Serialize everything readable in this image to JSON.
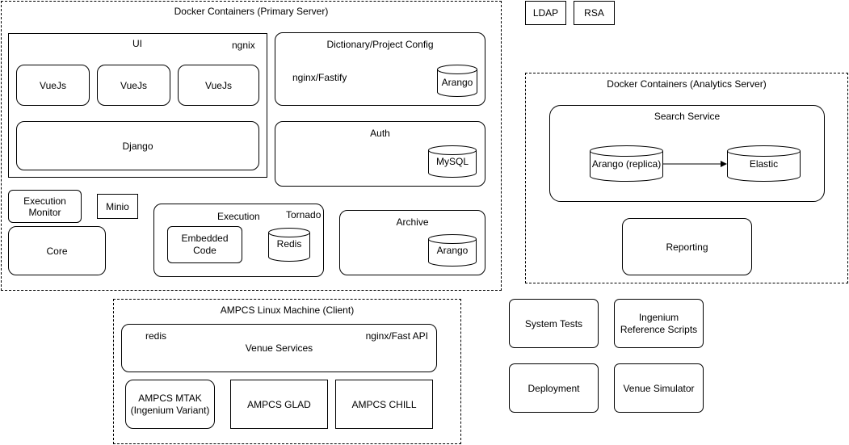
{
  "primary": {
    "title": "Docker Containers (Primary Server)",
    "ui": {
      "label": "UI",
      "server": "ngnix",
      "vue1": "VueJs",
      "vue2": "VueJs",
      "vue3": "VueJs",
      "django": "Django"
    },
    "dictionary": {
      "label": "Dictionary/Project Config",
      "server": "nginx/Fastify",
      "db": "Arango"
    },
    "auth": {
      "label": "Auth",
      "db": "MySQL"
    },
    "exec_monitor": "Execution\nMonitor",
    "minio": "Minio",
    "core": "Core",
    "execution": {
      "label": "Execution",
      "server": "Tornado",
      "embedded": "Embedded\nCode",
      "db": "Redis"
    },
    "archive": {
      "label": "Archive",
      "db": "Arango"
    }
  },
  "ldap": "LDAP",
  "rsa": "RSA",
  "analytics": {
    "title": "Docker Containers (Analytics Server)",
    "search": {
      "label": "Search Service",
      "source": "Arango (replica)",
      "target": "Elastic"
    },
    "reporting": "Reporting"
  },
  "ampcs": {
    "title": "AMPCS Linux Machine (Client)",
    "venue": {
      "label": "Venue Services",
      "left": "redis",
      "right": "nginx/Fast API"
    },
    "mtak": "AMPCS MTAK\n(Ingenium Variant)",
    "glad": "AMPCS GLAD",
    "chill": "AMPCS CHILL"
  },
  "system_tests": "System Tests",
  "ingenium_scripts": "Ingenium\nReference Scripts",
  "deployment": "Deployment",
  "venue_simulator": "Venue Simulator"
}
